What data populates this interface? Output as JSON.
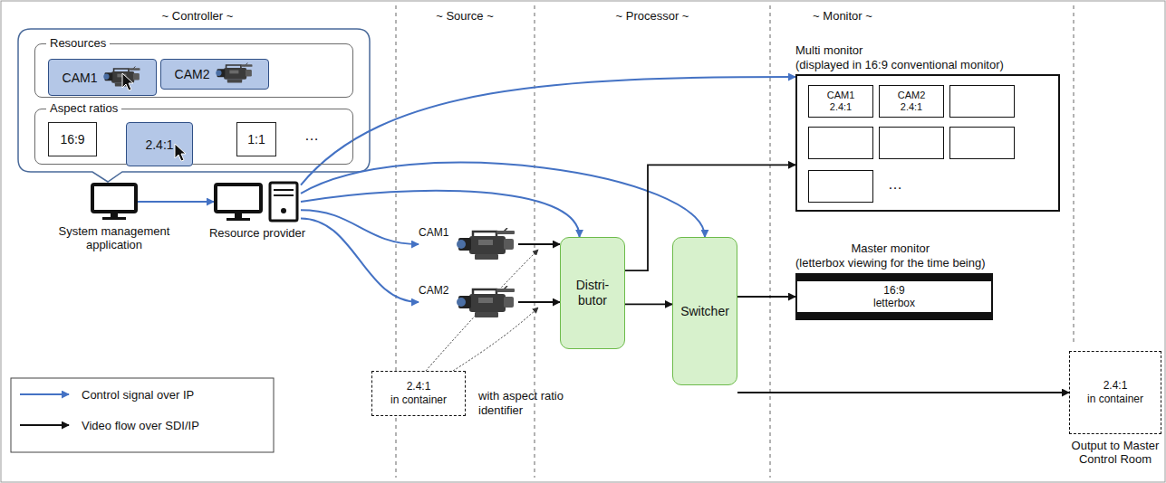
{
  "diagram": {
    "nodes": [
      {
        "text": [
          "Resources"
        ]
      },
      {
        "text": [
          "CAM1"
        ],
        "in": 0
      },
      {
        "text": [
          "CAM2"
        ],
        "in": 0
      },
      {
        "text": [
          "Aspect ratios"
        ]
      },
      {
        "text": [
          "16:9"
        ],
        "in": 3
      },
      {
        "text": [
          "2.4:1"
        ],
        "in": 3
      },
      {
        "text": [
          "1:1"
        ],
        "in": 3
      },
      {
        "text": [
          "System management application"
        ]
      },
      {
        "text": [
          "Resource provider"
        ]
      },
      {
        "text": [
          "CAM1"
        ]
      },
      {
        "text": [
          "CAM2"
        ]
      },
      {
        "text": [
          "Distri- butor"
        ]
      },
      {
        "text": [
          "Switcher"
        ]
      },
      {
        "text": [
          "Multi monitor",
          "(displayed in 16:9 conventional monitor)"
        ]
      },
      {
        "text": [
          "CAM1",
          "2.4:1"
        ],
        "in": 13
      },
      {
        "text": [
          "CAM2",
          "2.4:1"
        ],
        "in": 13
      },
      {
        "text": [
          "Master monitor",
          "(letterbox viewing for the time being)",
          "16:9",
          "letterbox"
        ]
      },
      {
        "text": [
          "2.4:1",
          "in container",
          "Output to Master Control Room"
        ]
      },
      {
        "text": [
          "2.4:1",
          "in container"
        ]
      }
    ],
    "edges": [
      {
        "from": 7,
        "to": 8,
        "arrow": "to"
      },
      {
        "from": 8,
        "to": 13,
        "arrow": "to"
      },
      {
        "from": 8,
        "to": 12,
        "arrow": "to"
      },
      {
        "from": 8,
        "to": 11,
        "arrow": "to"
      },
      {
        "from": 8,
        "to": 9,
        "arrow": "to"
      },
      {
        "from": 8,
        "to": 10,
        "arrow": "to"
      },
      {
        "from": 9,
        "to": 11,
        "arrow": "to"
      },
      {
        "from": 10,
        "to": 11,
        "arrow": "to"
      },
      {
        "from": 11,
        "to": 13,
        "arrow": "to"
      },
      {
        "from": 11,
        "to": 12,
        "arrow": "to"
      },
      {
        "from": 12,
        "to": 16,
        "arrow": "to"
      },
      {
        "from": 12,
        "to": 17,
        "arrow": "to"
      }
    ],
    "labels": [
      "~ Controller ~",
      "~ Source ~",
      "~ Processor ~",
      "~ Monitor ~",
      "…",
      "…",
      "with aspect ratio identifier"
    ],
    "legend": [
      {
        "text": "Control signal over IP"
      },
      {
        "text": "Video flow over SDI/IP"
      }
    ]
  }
}
